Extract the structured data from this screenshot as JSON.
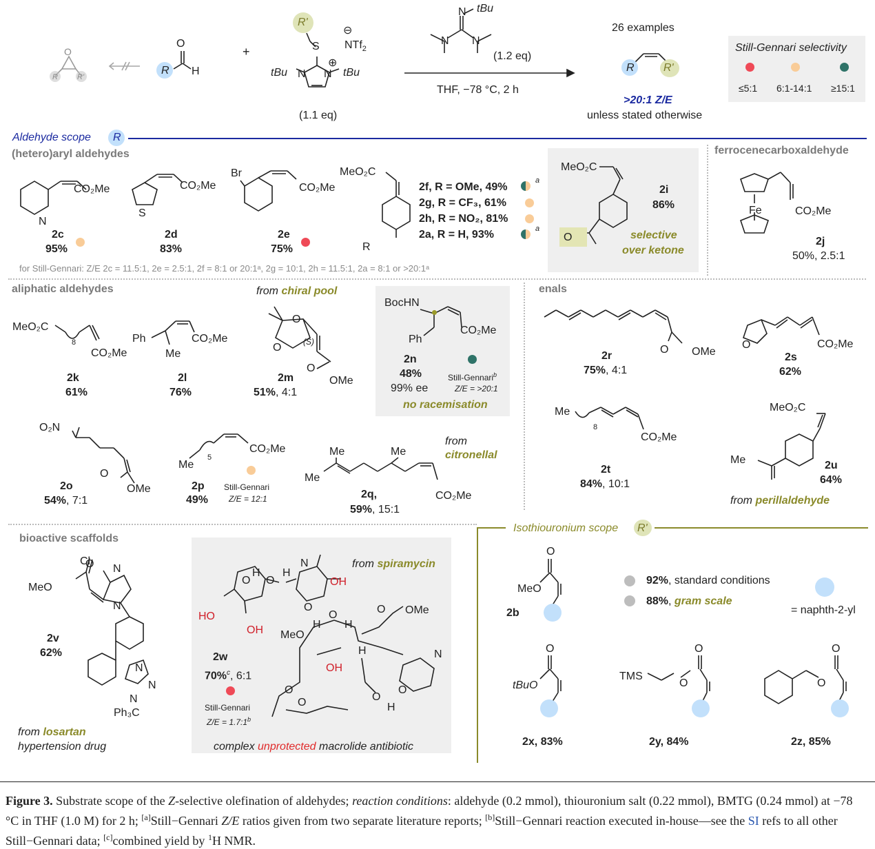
{
  "header": {
    "r_label": "R",
    "r_prime": "R'",
    "r_small": "R",
    "r_prime_small": "R'",
    "ntf2": "NTf",
    "ntf2_sub": "2",
    "counter_ion_sign": "⊖",
    "cation_sign": "⊕",
    "tbu_left": "tBu",
    "tbu_right": "tBu",
    "tbu_top": "tBu",
    "s_atom": "S",
    "n_left": "N",
    "n_right": "N",
    "h_atom": "H",
    "o_atom": "O",
    "plus": "+",
    "salt_eq": "(1.1 eq)",
    "base_eq": "(1.2 eq)",
    "conditions": "THF, −78 °C, 2 h",
    "examples": "26 examples",
    "ze_ratio": ">20:1 Z/E",
    "unless": "unless stated otherwise"
  },
  "legend": {
    "title": "Still-Gennari selectivity",
    "items": [
      {
        "label": "≤5:1",
        "color": "#ef4a57"
      },
      {
        "label": "6:1-14:1",
        "color": "#f9cc98"
      },
      {
        "label": "≥15:1",
        "color": "#2f7368"
      }
    ]
  },
  "sections": {
    "aldehyde_scope": "Aldehyde scope",
    "aldehyde_r": "R",
    "hetero": "(hetero)aryl aldehydes",
    "ferrocene": "ferrocenecarboxaldehyde",
    "aliphatic": "aliphatic aldehydes",
    "enals": "enals",
    "bioactive": "bioactive scaffolds",
    "iso_scope": "Isothiouronium scope",
    "iso_r": "R'"
  },
  "groups": {
    "co2me": "CO₂Me",
    "meo2c": "MeO₂C",
    "ome": "OMe",
    "meo": "MeO",
    "n": "N",
    "s": "S",
    "o": "O",
    "br": "Br",
    "r": "R",
    "fe": "Fe",
    "ph": "Ph",
    "me": "Me",
    "bochn": "BocHN",
    "o2n": "O₂N",
    "cl": "Cl",
    "ph3c": "Ph₃C",
    "tms": "TMS",
    "tbuo": "tBuO",
    "ho": "HO",
    "oh": "OH",
    "h": "H",
    "s_config": "(S)",
    "n8": "8",
    "n5": "5",
    "nme2": "N"
  },
  "compounds": {
    "c2c": {
      "id": "2c",
      "yield": "95%"
    },
    "c2d": {
      "id": "2d",
      "yield": "83%"
    },
    "c2e": {
      "id": "2e",
      "yield": "75%"
    },
    "c2f": {
      "label": "2f, R = OMe, 49%"
    },
    "c2g": {
      "label": "2g, R = CF₃, 61%"
    },
    "c2h": {
      "label": "2h, R = NO₂, 81%"
    },
    "c2a": {
      "label": "2a, R = H, 93%"
    },
    "sup_a": "a",
    "c2i": {
      "id": "2i",
      "yield": "86%",
      "note": "selective",
      "note2": "over ketone"
    },
    "c2j": {
      "id": "2j",
      "yield": "50%, 2.5:1"
    },
    "sg_footnote": "for Still-Gennari: Z/E 2c = 11.5:1, 2e = 2.5:1, 2f = 8:1 or 20:1ᵃ, 2g = 10:1, 2h = 11.5:1, 2a = 8:1 or >20:1ᵃ",
    "chiral_pool_from": "from",
    "chiral_pool": "chiral pool",
    "c2k": {
      "id": "2k",
      "yield": "61%"
    },
    "c2l": {
      "id": "2l",
      "yield": "76%"
    },
    "c2m": {
      "id": "2m",
      "yield": "51%, 4:1"
    },
    "c2n": {
      "id": "2n",
      "yield": "48%",
      "ee": "99% ee",
      "sg": "Still-Gennari",
      "sup_b": "b",
      "ze": "Z/E = >20:1",
      "note": "no racemisation"
    },
    "c2o": {
      "id": "2o",
      "yield": "54%, 7:1"
    },
    "c2p": {
      "id": "2p",
      "yield": "49%",
      "sg": "Still-Gennari",
      "ze": "Z/E = 12:1"
    },
    "c2q": {
      "id": "2q,",
      "yield": "59%, 15:1",
      "from": "from",
      "source": "citronellal"
    },
    "c2r": {
      "id": "2r",
      "yield": "75%, 4:1"
    },
    "c2s": {
      "id": "2s",
      "yield": "62%"
    },
    "c2t": {
      "id": "2t",
      "yield": "84%, 10:1"
    },
    "c2u": {
      "id": "2u",
      "yield": "64%",
      "from": "from",
      "source": "perillaldehyde"
    },
    "c2v": {
      "id": "2v",
      "yield": "62%",
      "from": "from",
      "source": "losartan",
      "note": "hypertension drug"
    },
    "c2w": {
      "id": "2w",
      "yield": "70%",
      "sup_c": "c",
      "ratio": ", 6:1",
      "sg": "Still-Gennari",
      "ze": "Z/E = 1.7:1",
      "sup_b": "b",
      "from": "from",
      "source": "spiramycin",
      "note_a": "complex",
      "note_b": "unprotected",
      "note_c": "macrolide antibiotic"
    },
    "c2b": {
      "id": "2b",
      "line1_yield": "92%",
      "line1": ", standard conditions",
      "line2_yield": "88%",
      "line2": "gram scale",
      "naphth": "= naphth-2-yl"
    },
    "c2x": {
      "label": "2x, 83%"
    },
    "c2y": {
      "label": "2y, 84%"
    },
    "c2z": {
      "label": "2z, 85%"
    }
  },
  "caption": {
    "fig": "Figure 3.",
    "p1": " Substrate scope of the ",
    "z": "Z",
    "p2": "-selective olefination of aldehydes; ",
    "rc": "reaction conditions",
    "p3": ": aldehyde (0.2 mmol), thiouronium salt (0.22 mmol), BMTG (0.24 mmol) at −78 °C in THF (1.0 M) for 2 h; ",
    "fa": "[a]",
    "p4": "Still−Gennari ",
    "ze": "Z/E",
    "p5": " ratios given from two separate literature reports; ",
    "fb": "[b]",
    "p6": "Still−Gennari reaction executed in-house—see the ",
    "si": "SI",
    "p7": " refs to all other Still−Gennari data; ",
    "fc": "[c]",
    "p8": "combined yield by ",
    "h1": "1",
    "p9": "H NMR."
  }
}
